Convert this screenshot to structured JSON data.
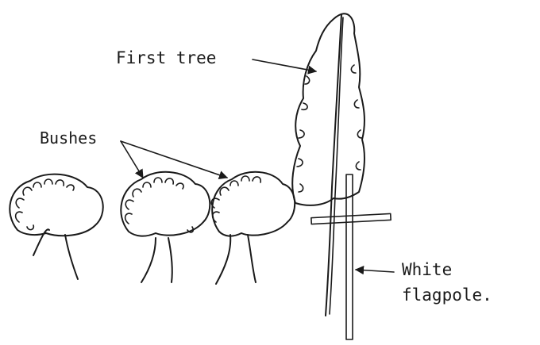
{
  "labels": {
    "first_tree": "First tree",
    "bushes": "Bushes",
    "flagpole_line1": "White",
    "flagpole_line2": "flagpole."
  },
  "colors": {
    "ink": "#1a1a1a",
    "paper": "#ffffff"
  }
}
